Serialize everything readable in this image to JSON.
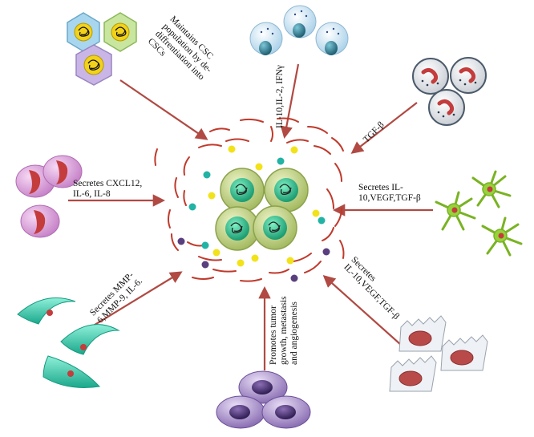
{
  "labels": {
    "csc_line1": "Maintains CSC",
    "csc_line2": "population by de-",
    "csc_line3": "diffrentiation into",
    "csc_line4": "CSCs",
    "il10_top": "IL-10,IL-2, IFNγ",
    "tgf_top": "TGF-β",
    "secretes_right_line1": "Secretes IL-",
    "secretes_right_line2": "10,VEGF,TGF-β",
    "secretes_lowright_line1": "Secretes",
    "secretes_lowright_line2": "IL-10,VEGF,TGF-β",
    "cxcl_line1": "Secretes CXCL12,",
    "cxcl_line2": "IL-6, IL-8",
    "mmp_line1": "Secretes MMP-",
    "mmp_line2": "6,MMP-9, IL-6.",
    "promotes_line1": "Promotes tumor",
    "promotes_line2": "growth, metastasis",
    "promotes_line3": "and angiogenesis"
  },
  "colors": {
    "arrow": "#b04a43",
    "fiber": "#c0392b",
    "tumor_outer": "#c8d88a",
    "tumor_inner": "#2ec08a",
    "yellow_dot": "#f2e21a",
    "teal_dot": "#22b3a5",
    "purple_dot": "#5a3f7e",
    "hex_blue": "#a9d6ef",
    "hex_green": "#c8e6a0",
    "hex_purple": "#c9b6e6",
    "tcell": "#3f8aa0",
    "red_blood": "#c43c3c",
    "pink_cell": "#d98ad6",
    "teal_cell": "#3ed0b1",
    "green_star": "#96d23c",
    "purple_cell": "#8c6fb6"
  }
}
